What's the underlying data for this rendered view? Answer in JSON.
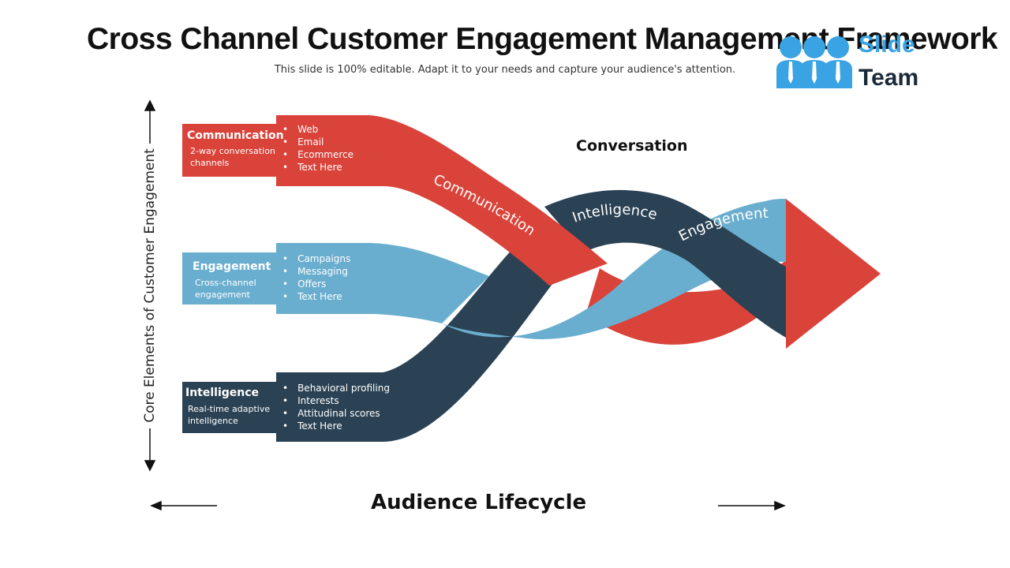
{
  "header": {
    "title": "Cross Channel Customer Engagement Management Framework",
    "subtitle": "This slide is 100% editable. Adapt it to your needs and capture your audience's attention."
  },
  "logo": {
    "line1": "Slide",
    "line2": "Team",
    "icon": "people-group-icon"
  },
  "axes": {
    "y_label": "Core Elements of Customer Engagement",
    "x_label": "Audience Lifecycle"
  },
  "center_label": "Conversation",
  "colors": {
    "communication": "#d9433a",
    "engagement": "#6aaecf",
    "intelligence": "#2b4254"
  },
  "elements": [
    {
      "title": "Communication",
      "description": "2-way conversation channels",
      "bullets": [
        "Web",
        "Email",
        "Ecommerce",
        "Text Here"
      ],
      "band_label": "Communication"
    },
    {
      "title": "Engagement",
      "description": "Cross-channel engagement",
      "bullets": [
        "Campaigns",
        "Messaging",
        "Offers",
        "Text Here"
      ],
      "band_label": "Engagement"
    },
    {
      "title": "Intelligence",
      "description": "Real-time adaptive intelligence",
      "bullets": [
        "Behavioral profiling",
        "Interests",
        "Attitudinal scores",
        "Text Here"
      ],
      "band_label": "Intelligence"
    }
  ]
}
